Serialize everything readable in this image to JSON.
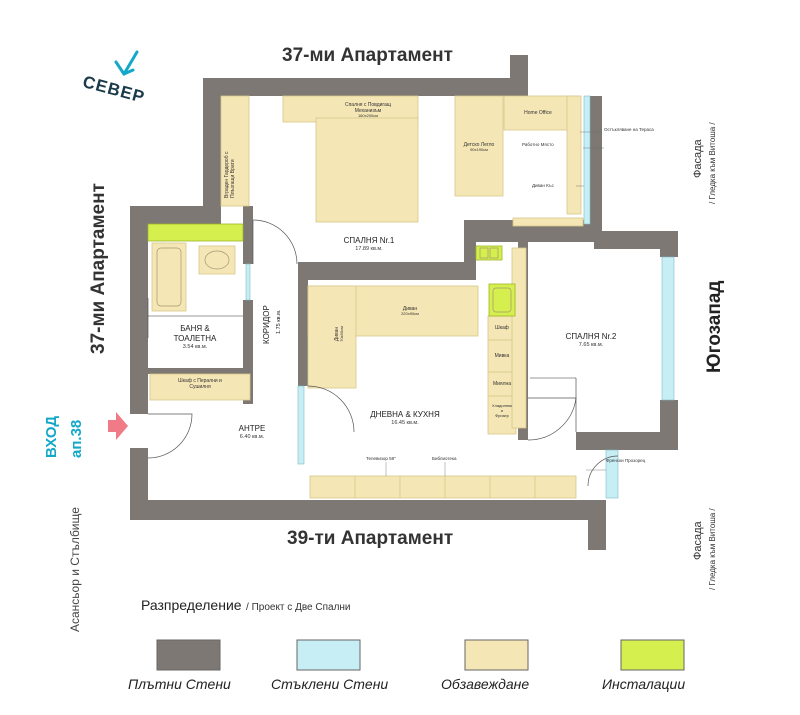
{
  "neighbors": {
    "top": "37-ми Апартамент",
    "left": "37-ми Апартамент",
    "bottom": "39-ти Апартамент"
  },
  "north": {
    "label": "СЕВЕР"
  },
  "entrance": {
    "line1": "ВХОД",
    "line2": "ап.38"
  },
  "elevator": "Асансьор и Стълбище",
  "southwest": "Югозапад",
  "facade_top": {
    "line1": "Фасада",
    "line2": "/ Гледка към Витоша /"
  },
  "facade_bottom": {
    "line1": "Фасада",
    "line2": "/ Гледка към Витоша /"
  },
  "rooms": {
    "bedroom1": {
      "name": "СПАЛНЯ Nr.1",
      "area": "17.89 кв.м."
    },
    "bedroom2": {
      "name": "СПАЛНЯ Nr.2",
      "area": "7.65 кв.м."
    },
    "bath": {
      "name1": "БАНЯ &",
      "name2": "ТОАЛЕТНА",
      "area": "3.54 кв.м."
    },
    "corridor": {
      "name": "КОРИДОР",
      "area": "1.75 кв.м."
    },
    "living": {
      "name": "ДНЕВНА & КУХНЯ",
      "area": "16.45 кв.м."
    },
    "hall": {
      "name": "АНТРЕ",
      "area": "6.40 кв.м."
    }
  },
  "furniture": {
    "bed": {
      "line1": "Спалня с Повдигащ",
      "line2": "Механизъм",
      "size": "160x200см"
    },
    "wardrobe": {
      "line1": "Вграден Гардероб с",
      "line2": "Плъзгащи Врати"
    },
    "kids_bed": {
      "line1": "Детско Легло",
      "size": "90x190см"
    },
    "office": "Home Office",
    "workplace": "Работно Място",
    "window_terrace": "Остъкляване на Тераса",
    "sofa_bed": "Диван Къс",
    "sofa_main": {
      "line1": "Диван",
      "size": "220x90см"
    },
    "sofa_side": {
      "line1": "Диван",
      "size": "70x90см"
    },
    "cabinet": "Шкаф",
    "sink": "Мивка",
    "dishwasher": "Миялна",
    "fridge": {
      "line1": "Хладилник",
      "line2": "и",
      "line3": "Фризер"
    },
    "laundry": {
      "line1": "Шкаф с Перални и",
      "line2": "Сушилня"
    },
    "tv": "Телевизор 58\"",
    "library": "Библиотека",
    "french_window": "Френски Прозорец"
  },
  "caption": {
    "title": "Разпределение",
    "subtitle": "/ Проект с Две Спални"
  },
  "legend": [
    {
      "label": "Плътни Стени",
      "color": "#7d7873"
    },
    {
      "label": "Стъклени Стени",
      "color": "#c8eef5"
    },
    {
      "label": "Обзавеждане",
      "color": "#f5e6b5"
    },
    {
      "label": "Инсталации",
      "color": "#d4ef4e"
    }
  ],
  "colors": {
    "wall": "#7d7873",
    "floor": "#ffffff",
    "furniture": "#f5e6b5",
    "furniture_stroke": "#d8c88a",
    "glass": "#c8eef5",
    "install": "#d4ef4e",
    "accent": "#13a8c8",
    "entry_arrow": "#f07a86"
  }
}
